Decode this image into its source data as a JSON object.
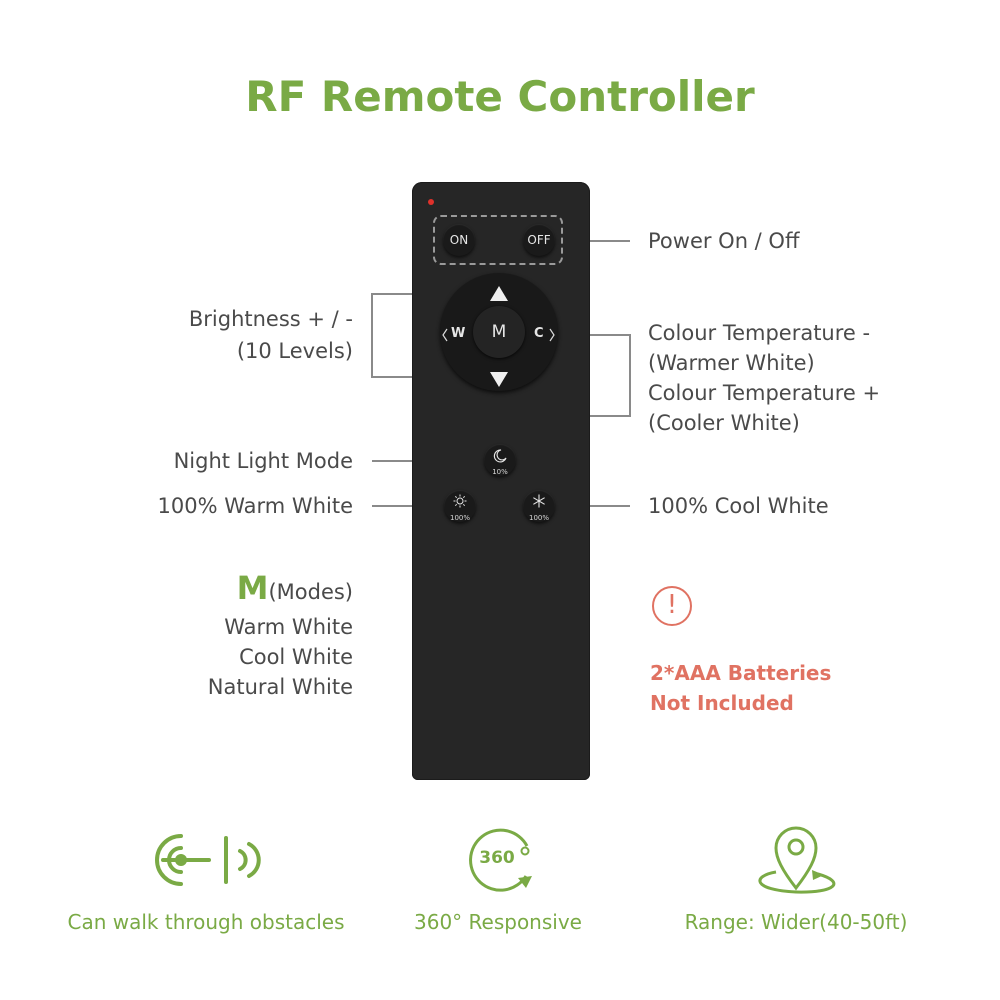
{
  "title": "RF Remote Controller",
  "remote": {
    "on_label": "ON",
    "off_label": "OFF",
    "mode_label": "M",
    "warm_key": "W",
    "cool_key": "C",
    "night_percent": "10%",
    "warm_percent": "100%",
    "cool_percent": "100%"
  },
  "callouts": {
    "power": "Power On / Off",
    "brightness_line1": "Brightness + / -",
    "brightness_line2": "(10 Levels)",
    "colour_line1": "Colour Temperature -",
    "colour_line2": "(Warmer White)",
    "colour_line3": "Colour Temperature +",
    "colour_line4": "(Cooler White)",
    "night": "Night Light Mode",
    "warm_white": "100% Warm White",
    "cool_white": "100% Cool White"
  },
  "modes": {
    "letter": "M",
    "suffix": "(Modes)",
    "items": [
      "Warm White",
      "Cool White",
      "Natural White"
    ]
  },
  "warning": {
    "symbol": "!",
    "line1": "2*AAA Batteries",
    "line2": "Not Included"
  },
  "features": [
    {
      "label": "Can walk through obstacles",
      "icon": "signal-through-wall-icon"
    },
    {
      "label": "360° Responsive",
      "icon": "360-rotation-icon",
      "badge": "360"
    },
    {
      "label": "Range: Wider(40-50ft)",
      "icon": "location-range-icon"
    }
  ],
  "colors": {
    "accent": "#7aaa45",
    "warning": "#e07262",
    "remote_body": "#262626",
    "text": "#4a4a4a"
  }
}
